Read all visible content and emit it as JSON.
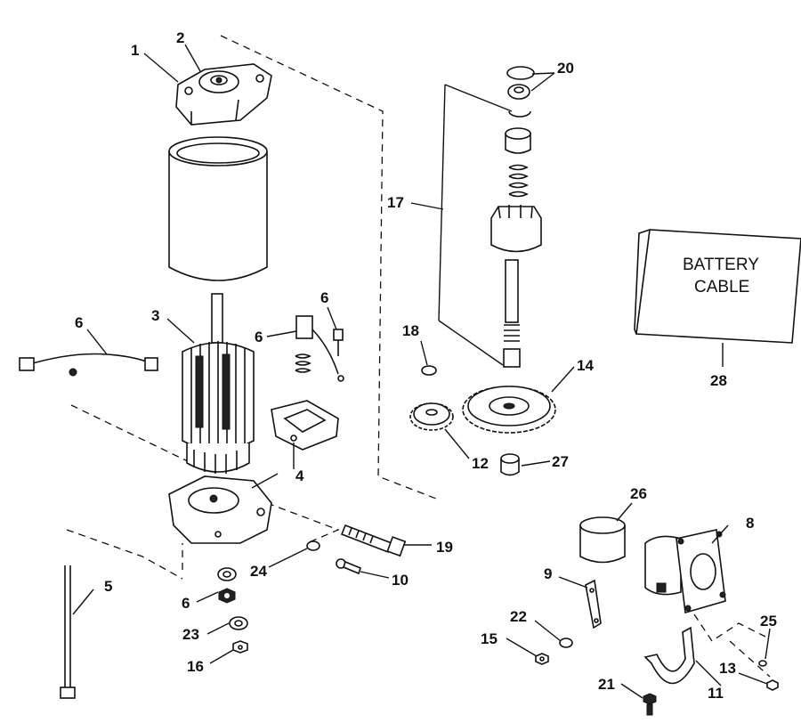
{
  "diagram": {
    "box_label_line1": "BATTERY",
    "box_label_line2": "CABLE",
    "callouts": [
      "1",
      "2",
      "3",
      "4",
      "5",
      "6",
      "6",
      "6",
      "6",
      "8",
      "9",
      "10",
      "11",
      "12",
      "13",
      "14",
      "15",
      "16",
      "17",
      "18",
      "19",
      "20",
      "21",
      "22",
      "23",
      "24",
      "25",
      "26",
      "27",
      "28"
    ]
  }
}
